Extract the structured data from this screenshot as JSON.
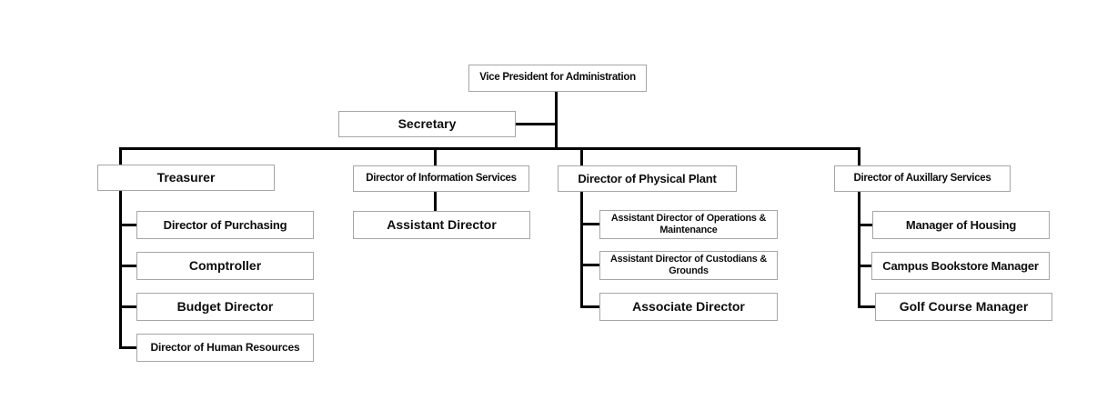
{
  "chart": {
    "type": "org-chart",
    "root": {
      "label": "Vice President for Administration"
    },
    "assistant": {
      "label": "Secretary"
    },
    "branches": [
      {
        "head": "Treasurer",
        "children": [
          "Director of Purchasing",
          "Comptroller",
          "Budget Director",
          "Director of Human Resources"
        ]
      },
      {
        "head": "Director of Information Services",
        "children": [
          "Assistant Director"
        ]
      },
      {
        "head": "Director of Physical Plant",
        "children": [
          "Assistant Director of Operations & Maintenance",
          "Assistant Director of Custodians & Grounds",
          "Associate Director"
        ]
      },
      {
        "head": "Director of Auxillary Services",
        "children": [
          "Manager of Housing",
          "Campus Bookstore Manager",
          "Golf Course Manager"
        ]
      }
    ],
    "colors": {
      "line": "#000000",
      "box_border": "#a6a6a6",
      "box_fill": "#ffffff",
      "text": "#0d0d0d",
      "background": "#ffffff"
    }
  }
}
